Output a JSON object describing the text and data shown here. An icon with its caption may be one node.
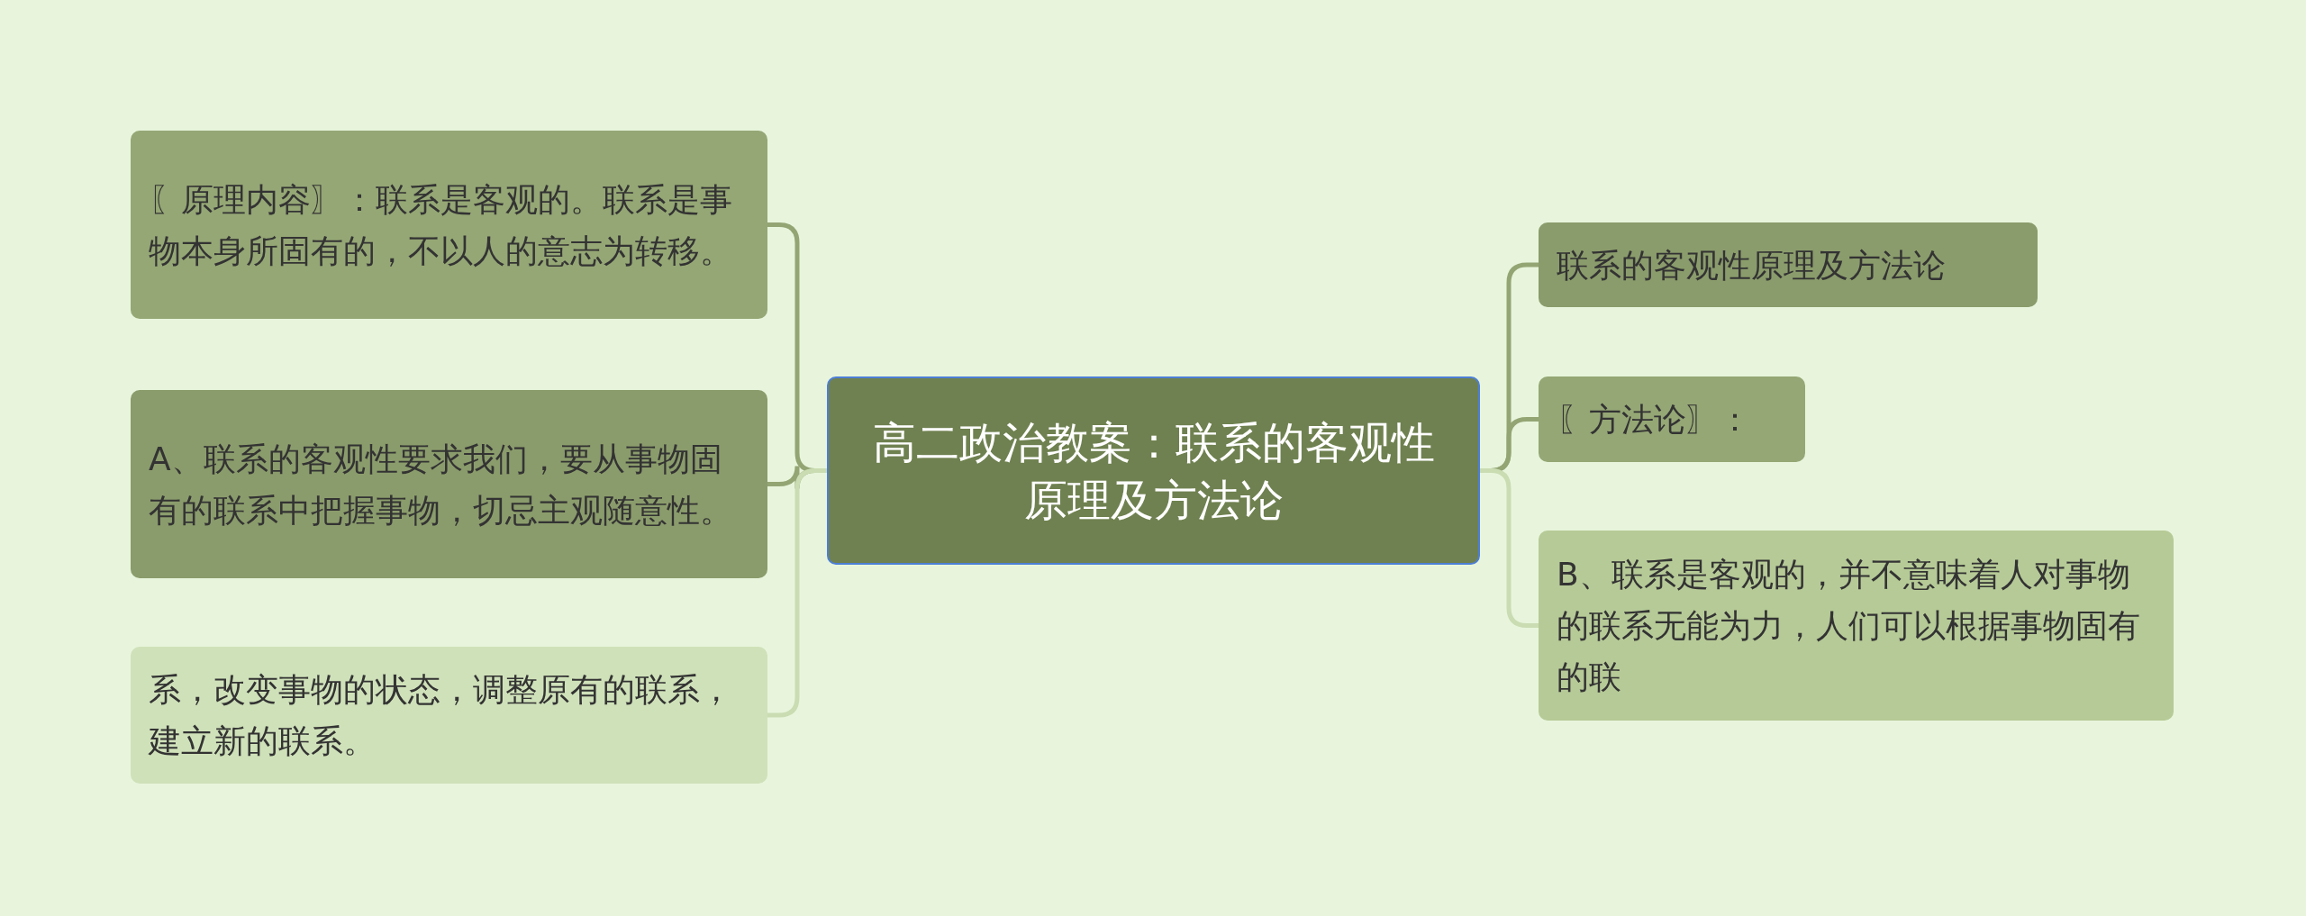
{
  "diagram": {
    "nodes": [
      {
        "text": [
          "高二政治教案：联系的客观性原理及方法论"
        ]
      },
      {
        "text": [
          "〖原理内容〗：联系是客观的。联系是事物本身所固有的，不以人的意志为转移。"
        ]
      },
      {
        "text": [
          "A、联系的客观性要求我们，要从事物固有的联系中把握事物，切忌主观随意性。"
        ]
      },
      {
        "text": [
          "系，改变事物的状态，调整原有的联系，建立新的联系。"
        ]
      },
      {
        "text": [
          "联系的客观性原理及方法论"
        ]
      },
      {
        "text": [
          "〖方法论〗："
        ]
      },
      {
        "text": [
          "B、联系是客观的，并不意味着人对事物的联系无能为力，人们可以根据事物固有的联"
        ]
      }
    ],
    "edges": [
      {
        "from": 0,
        "to": 1,
        "arrow": "none"
      },
      {
        "from": 0,
        "to": 2,
        "arrow": "none"
      },
      {
        "from": 0,
        "to": 3,
        "arrow": "none",
        "color": "#c9dcb2"
      },
      {
        "from": 0,
        "to": 4,
        "arrow": "none"
      },
      {
        "from": 0,
        "to": 5,
        "arrow": "none"
      },
      {
        "from": 0,
        "to": 6,
        "arrow": "none",
        "color": "#c9dcb2"
      }
    ]
  }
}
